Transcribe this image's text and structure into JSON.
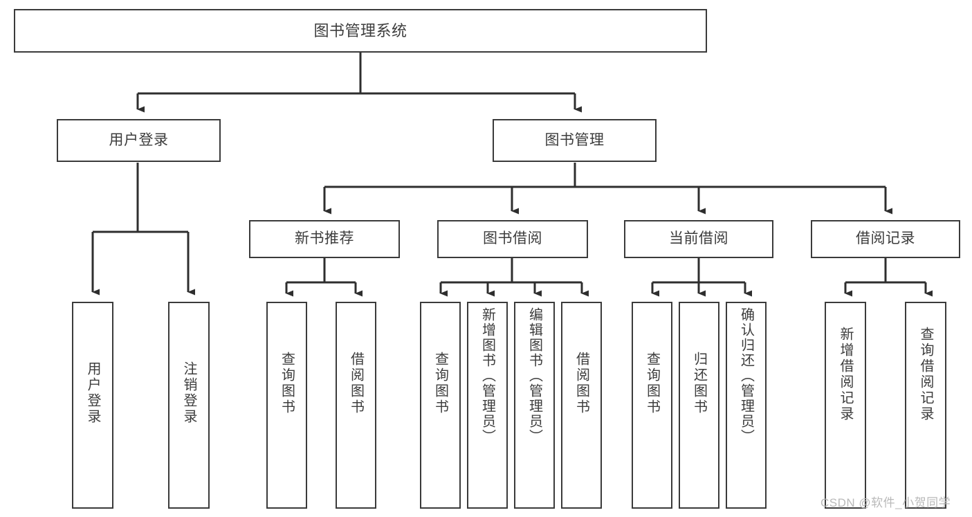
{
  "diagram": {
    "title": "图书管理系统",
    "type": "tree-structure-chart",
    "watermark": "CSDN @软件_小贺同学",
    "colors": {
      "border": "#3a3a3a",
      "text": "#3c3c3c",
      "background": "#ffffff",
      "connector": "#2e2e2e",
      "watermark": "#b9b9b9"
    },
    "root": {
      "label": "图书管理系统"
    },
    "level2": [
      {
        "label": "用户登录"
      },
      {
        "label": "图书管理"
      }
    ],
    "level3": [
      {
        "label": "新书推荐"
      },
      {
        "label": "图书借阅"
      },
      {
        "label": "当前借阅"
      },
      {
        "label": "借阅记录"
      }
    ],
    "leaves": {
      "user_login": [
        {
          "label": "用户登录"
        },
        {
          "label": "注销登录"
        }
      ],
      "new_book": [
        {
          "label": "查询图书"
        },
        {
          "label": "借阅图书"
        }
      ],
      "book_borrow": [
        {
          "label": "查询图书"
        },
        {
          "label": "新增图书（管理员）"
        },
        {
          "label": "编辑图书（管理员）"
        },
        {
          "label": "借阅图书"
        }
      ],
      "current_borrow": [
        {
          "label": "查询图书"
        },
        {
          "label": "归还图书"
        },
        {
          "label": "确认归还（管理员）"
        }
      ],
      "borrow_record": [
        {
          "label": "新增借阅记录"
        },
        {
          "label": "查询借阅记录"
        }
      ]
    }
  }
}
